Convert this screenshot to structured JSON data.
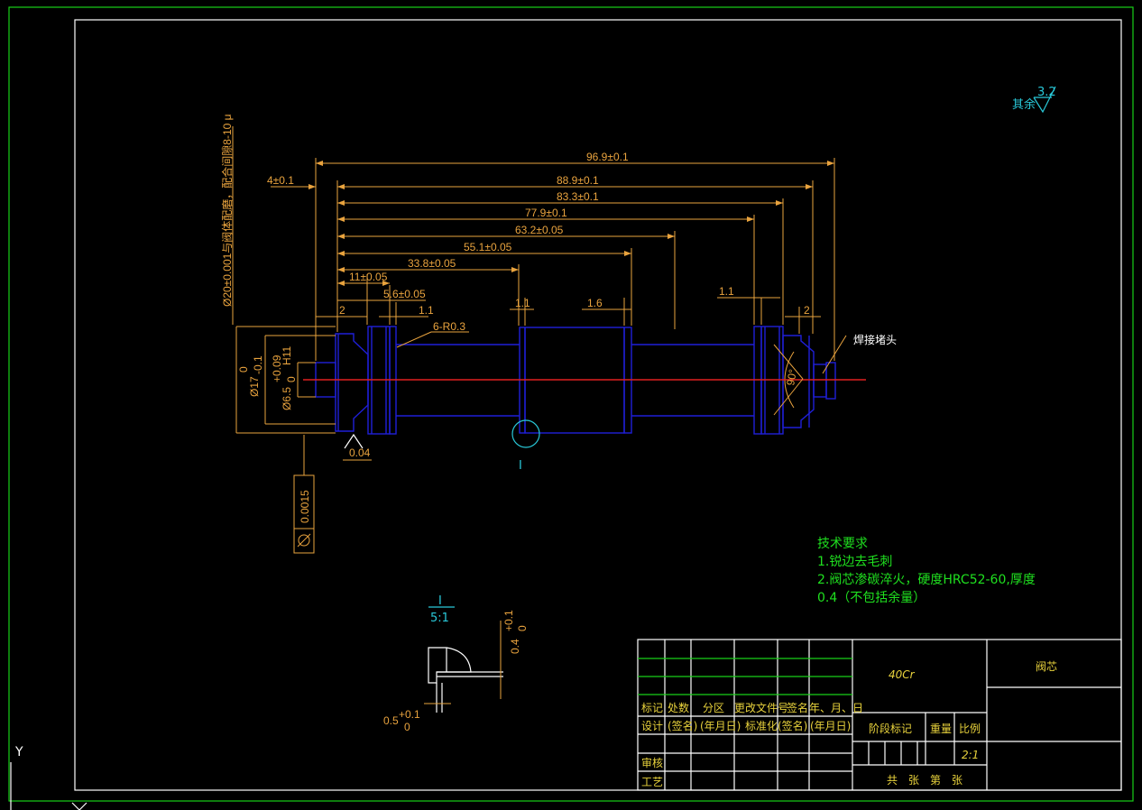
{
  "drawing": {
    "dimensions": {
      "overall_1": "96.9±0.1",
      "overall_2": "88.9±0.1",
      "overall_3": "83.3±0.1",
      "overall_4": "77.9±0.1",
      "overall_5": "63.2±0.05",
      "overall_6": "55.1±0.05",
      "overall_7": "33.8±0.05",
      "overall_8": "11±0.05",
      "overall_9": "5.6±0.05",
      "step_left": "4±0.1",
      "small_2_left": "2",
      "small_11_left": "1.1",
      "small_11_mid": "1.1",
      "small_16": "1.6",
      "small_11_right": "1.1",
      "small_2_right": "2",
      "radius": "6-R0.3",
      "angle": "90°",
      "vertical_note": "Ø20±0.001与阀体配磨，配合间隙8-10 μ",
      "dia_17": "Ø17",
      "dia_17_tol_upper": "0",
      "dia_17_tol_lower": "-0.1",
      "dia_65": "Ø6.5",
      "dia_65_tol_upper": "+0.09",
      "dia_65_tol_lower": "0",
      "dia_65_fit": "H11",
      "flatness": "0.04",
      "cylindricity": "0.0015",
      "weld_note": "焊接堵头",
      "detail_marker": "I"
    },
    "surface_finish": {
      "label": "其余",
      "value": "3.2"
    },
    "detail_view": {
      "title": "I",
      "scale": "5:1",
      "dim_vertical": "0.4",
      "dim_vertical_upper": "+0.1",
      "dim_vertical_lower": "0",
      "dim_horizontal": "0.5",
      "dim_horizontal_upper": "+0.1",
      "dim_horizontal_lower": "0"
    },
    "tech_requirements": {
      "title": "技术要求",
      "line1": "1.锐边去毛刺",
      "line2": "2.阀芯渗碳淬火，硬度HRC52-60,厚度",
      "line3": "0.4（不包括余量）"
    },
    "title_block": {
      "material": "40Cr",
      "part_name": "阀芯",
      "row_mark": "标记",
      "row_count": "处数",
      "row_zone": "分区",
      "row_doc": "更改文件号",
      "row_sign": "签名",
      "row_date": "年、月、日",
      "design": "设计",
      "sign1": "(签名)",
      "date1": "(年月日)",
      "standard": "标准化",
      "sign2": "(签名)",
      "date2": "(年月日)",
      "review": "审核",
      "process": "工艺",
      "stage_mark": "阶段标记",
      "weight": "重量",
      "ratio": "比例",
      "scale_value": "2:1",
      "sheet_info": "共　张　第　张"
    },
    "ucs_label": "Y"
  }
}
